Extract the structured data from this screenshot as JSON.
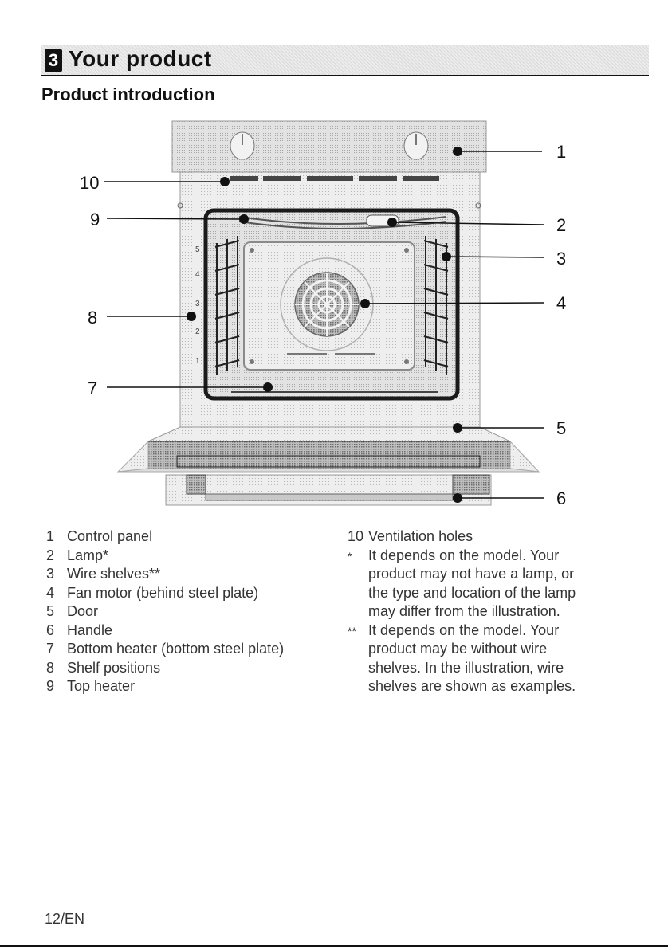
{
  "section": {
    "number": "3",
    "title": "Your product"
  },
  "subtitle": "Product introduction",
  "callouts": [
    "1",
    "2",
    "3",
    "4",
    "5",
    "6",
    "7",
    "8",
    "9",
    "10"
  ],
  "shelf_numbers": [
    "5",
    "4",
    "3",
    "2",
    "1"
  ],
  "legend": [
    {
      "num": "1",
      "text": "Control panel"
    },
    {
      "num": "2",
      "text": "Lamp*"
    },
    {
      "num": "3",
      "text": "Wire shelves**"
    },
    {
      "num": "4",
      "text": "Fan motor (behind steel plate)"
    },
    {
      "num": "5",
      "text": "Door"
    },
    {
      "num": "6",
      "text": "Handle"
    },
    {
      "num": "7",
      "text": "Bottom heater (bottom steel plate)"
    },
    {
      "num": "8",
      "text": "Shelf positions"
    },
    {
      "num": "9",
      "text": "Top heater"
    },
    {
      "num": "10",
      "text": "Ventilation holes"
    }
  ],
  "notes": [
    {
      "mark": "*",
      "lines": [
        "It depends on the model. Your",
        "product may not have a lamp, or",
        "the type and location of the lamp",
        "may differ from the illustration."
      ]
    },
    {
      "mark": "**",
      "lines": [
        "It depends on the model. Your",
        "product may be without wire",
        "shelves. In the illustration, wire",
        "shelves are shown as examples."
      ]
    }
  ],
  "footer": "12/EN",
  "colors": {
    "bar": "#e6e6e6",
    "text": "#222222",
    "oven_grey": "#d4d4d4",
    "dark": "#111111"
  }
}
